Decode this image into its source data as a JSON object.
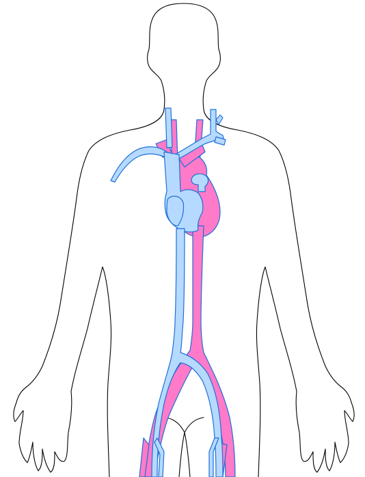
{
  "colors": {
    "background": "#ffffff",
    "body_outline": "#000000",
    "artery_fill": "#ff7ac8",
    "vein_fill": "#b6daff",
    "vessel_stroke": "#1d6fd6"
  },
  "structures": [
    "body-outline",
    "heart",
    "aorta",
    "vena-cava",
    "carotid-arteries",
    "jugular-veins",
    "subclavian-vein",
    "iliac-arteries",
    "iliac-veins"
  ]
}
